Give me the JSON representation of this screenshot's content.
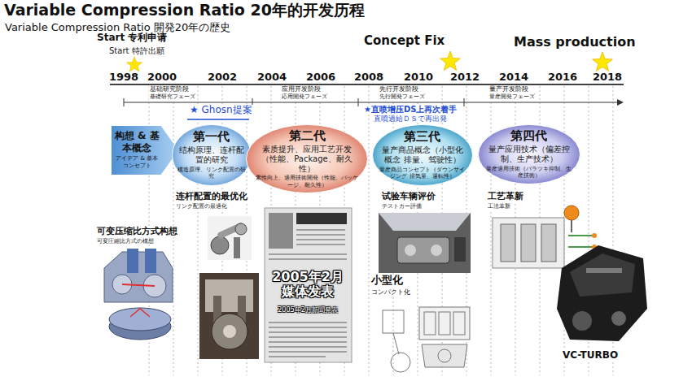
{
  "diagram": {
    "title": "Variable Compression Ratio 20年的开发历程",
    "nodes": [
      {
        "text": [
          "构想 & 基本概念",
          "アイデア & 基本コンセプト"
        ]
      },
      {
        "text": [
          "第一代",
          "结构原理、连杆配置的研究",
          "構造原理、リンク配置の研究"
        ]
      },
      {
        "text": [
          "第二代",
          "素质提升、应用工艺开发（性能、Package、耐久性）",
          "素性向上、適用技術開発（性能、パッケージ、耐久性）"
        ]
      },
      {
        "text": [
          "第三代",
          "量产商品概念（小型化概念 排量、驾驶性）",
          "量産商品コンセプト（ダウンサイジング 排気量、運転性）"
        ]
      },
      {
        "text": [
          "第四代",
          "量产应用技术（偏差控制、生产技术）",
          "量産適用技術（バラツキ抑制、生産技術）"
        ]
      }
    ],
    "labels": [
      "Variable Compression Ratio 開発20年の歴史",
      "Start 专利申请",
      "Start 特許出願",
      "Concept Fix",
      "Mass production",
      "1998",
      "2000",
      "2002",
      "2004",
      "2006",
      "2008",
      "2010",
      "2012",
      "2014",
      "2016",
      "2018",
      "基础研究阶段",
      "基礎研究フェーズ",
      "应用开发阶段",
      "応用開発フェーズ",
      "先行开发阶段",
      "先行開発フェーズ",
      "量产开发阶段",
      "量産開発フェーズ",
      "★ Ghosn提案",
      "★直喷增压DS上再次着手",
      "直噴過給ＤＳで再出発",
      "连杆配置的最优化",
      "リンク配置の最適化",
      "可变压缩比方式构想",
      "可変圧縮比方式の構想",
      "2005年2月 媒体发表",
      "2005年2月新聞発表",
      "试验车辆评价",
      "テストカー評価",
      "小型化",
      "コンパクト化",
      "工艺革新",
      "工法革新",
      "VC-TURBO"
    ]
  }
}
